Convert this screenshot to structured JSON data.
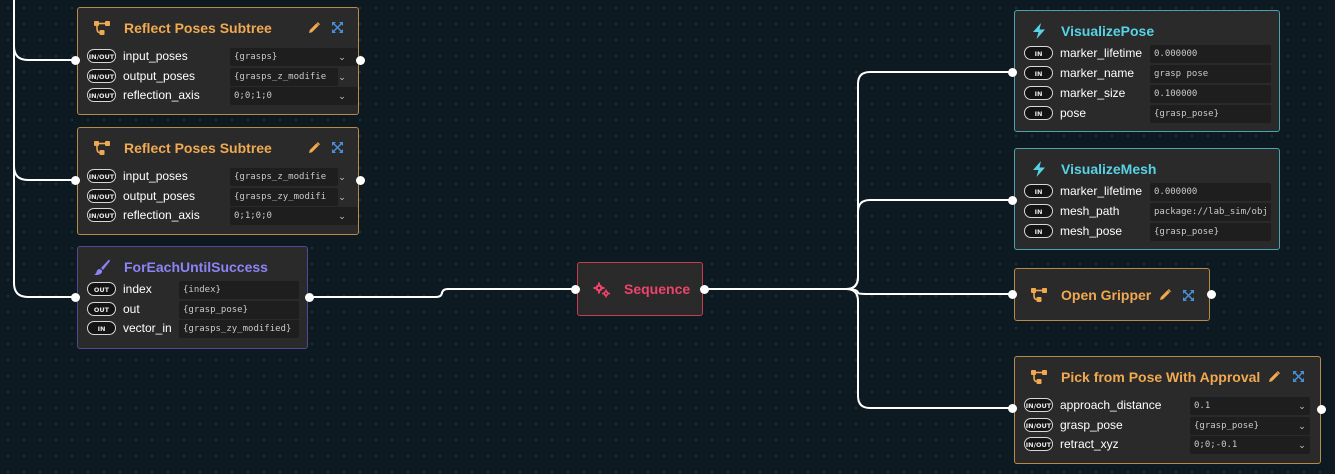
{
  "nodes": {
    "reflect1": {
      "title": "Reflect Poses Subtree",
      "icon": "subtree-icon",
      "ports": [
        {
          "dir": "IN/OUT",
          "name": "input_poses",
          "value": "{grasps}"
        },
        {
          "dir": "IN/OUT",
          "name": "output_poses",
          "value": "{grasps_z_modifie"
        },
        {
          "dir": "IN/OUT",
          "name": "reflection_axis",
          "value": "0;0;1;0"
        }
      ]
    },
    "reflect2": {
      "title": "Reflect Poses Subtree",
      "icon": "subtree-icon",
      "ports": [
        {
          "dir": "IN/OUT",
          "name": "input_poses",
          "value": "{grasps_z_modifie"
        },
        {
          "dir": "IN/OUT",
          "name": "output_poses",
          "value": "{grasps_zy_modifi"
        },
        {
          "dir": "IN/OUT",
          "name": "reflection_axis",
          "value": "0;1;0;0"
        }
      ]
    },
    "foreach": {
      "title": "ForEachUntilSuccess",
      "icon": "brush-icon",
      "ports": [
        {
          "dir": "OUT",
          "name": "index",
          "value": "{index}"
        },
        {
          "dir": "OUT",
          "name": "out",
          "value": "{grasp_pose}"
        },
        {
          "dir": "IN",
          "name": "vector_in",
          "value": "{grasps_zy_modified}"
        }
      ]
    },
    "sequence": {
      "title": "Sequence",
      "icon": "gears-icon"
    },
    "visualizePose": {
      "title": "VisualizePose",
      "icon": "lightning-icon",
      "ports": [
        {
          "dir": "IN",
          "name": "marker_lifetime",
          "value": "0.000000"
        },
        {
          "dir": "IN",
          "name": "marker_name",
          "value": "grasp pose"
        },
        {
          "dir": "IN",
          "name": "marker_size",
          "value": "0.100000"
        },
        {
          "dir": "IN",
          "name": "pose",
          "value": "{grasp_pose}"
        }
      ]
    },
    "visualizeMesh": {
      "title": "VisualizeMesh",
      "icon": "lightning-icon",
      "ports": [
        {
          "dir": "IN",
          "name": "marker_lifetime",
          "value": "0.000000"
        },
        {
          "dir": "IN",
          "name": "mesh_path",
          "value": "package://lab_sim/obj"
        },
        {
          "dir": "IN",
          "name": "mesh_pose",
          "value": "{grasp_pose}"
        }
      ]
    },
    "openGripper": {
      "title": "Open Gripper",
      "icon": "subtree-icon"
    },
    "pickFromPose": {
      "title": "Pick from Pose With Approval",
      "icon": "subtree-icon",
      "ports": [
        {
          "dir": "IN/OUT",
          "name": "approach_distance",
          "value": "0.1"
        },
        {
          "dir": "IN/OUT",
          "name": "grasp_pose",
          "value": "{grasp_pose}"
        },
        {
          "dir": "IN/OUT",
          "name": "retract_xyz",
          "value": "0;0;-0.1"
        }
      ]
    }
  },
  "colors": {
    "subtree": "#f0a950",
    "loop": "#8b84f5",
    "action": "#57d3e6",
    "sequence": "#f0436a",
    "canvas": "#0d1a22"
  }
}
